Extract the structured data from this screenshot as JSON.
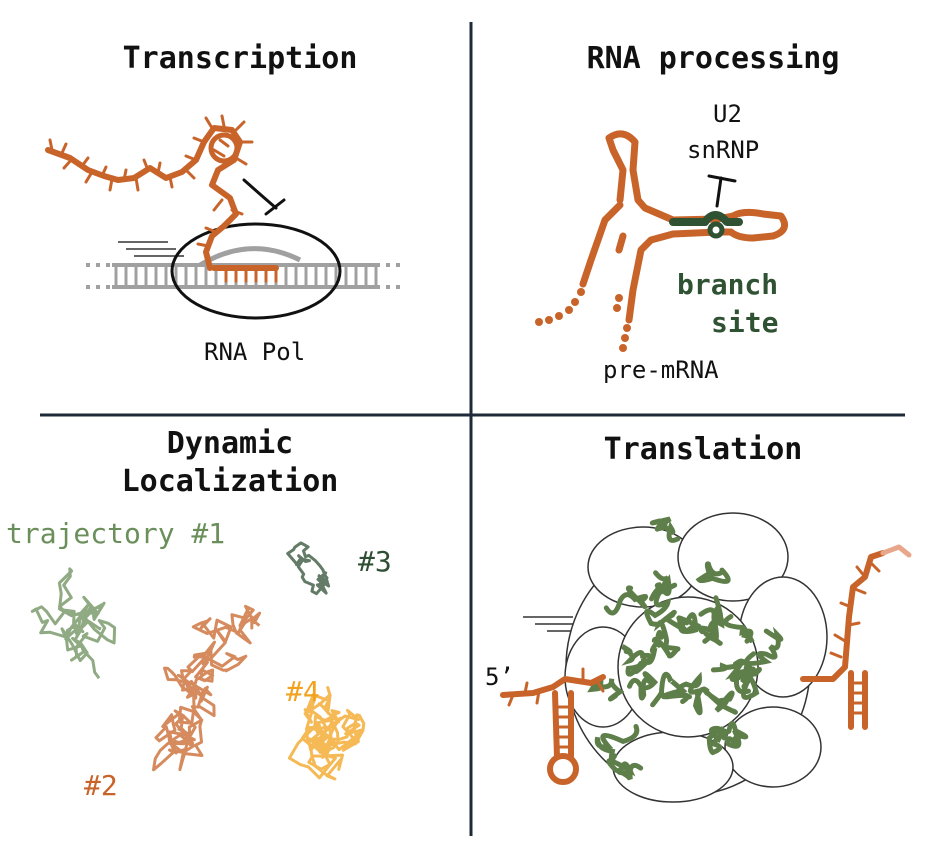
{
  "panels": {
    "transcription": {
      "title": "Transcription",
      "enzyme_label": "RNA Pol"
    },
    "processing": {
      "title": "RNA processing",
      "factor_label_1": "U2",
      "factor_label_2": "snRNP",
      "site_label_1": "branch",
      "site_label_2": "site",
      "rna_label": "pre-mRNA"
    },
    "localization": {
      "title_1": "Dynamic",
      "title_2": "Localization",
      "traj1": "trajectory #1",
      "traj2": "#2",
      "traj3": "#3",
      "traj4": "#4"
    },
    "translation": {
      "title": "Translation",
      "end_label": "5’"
    }
  },
  "colors": {
    "rna": "#c8642a",
    "dark_green": "#2f5233",
    "mid_green": "#5e7f4a",
    "traj1": "#6b8f5a",
    "traj2": "#c8642a",
    "traj2_dark": "#9c2f1f",
    "traj3": "#2f4f34",
    "traj4": "#f2a21e",
    "dna": "#a0a0a0",
    "divider": "#1e2a3a"
  }
}
